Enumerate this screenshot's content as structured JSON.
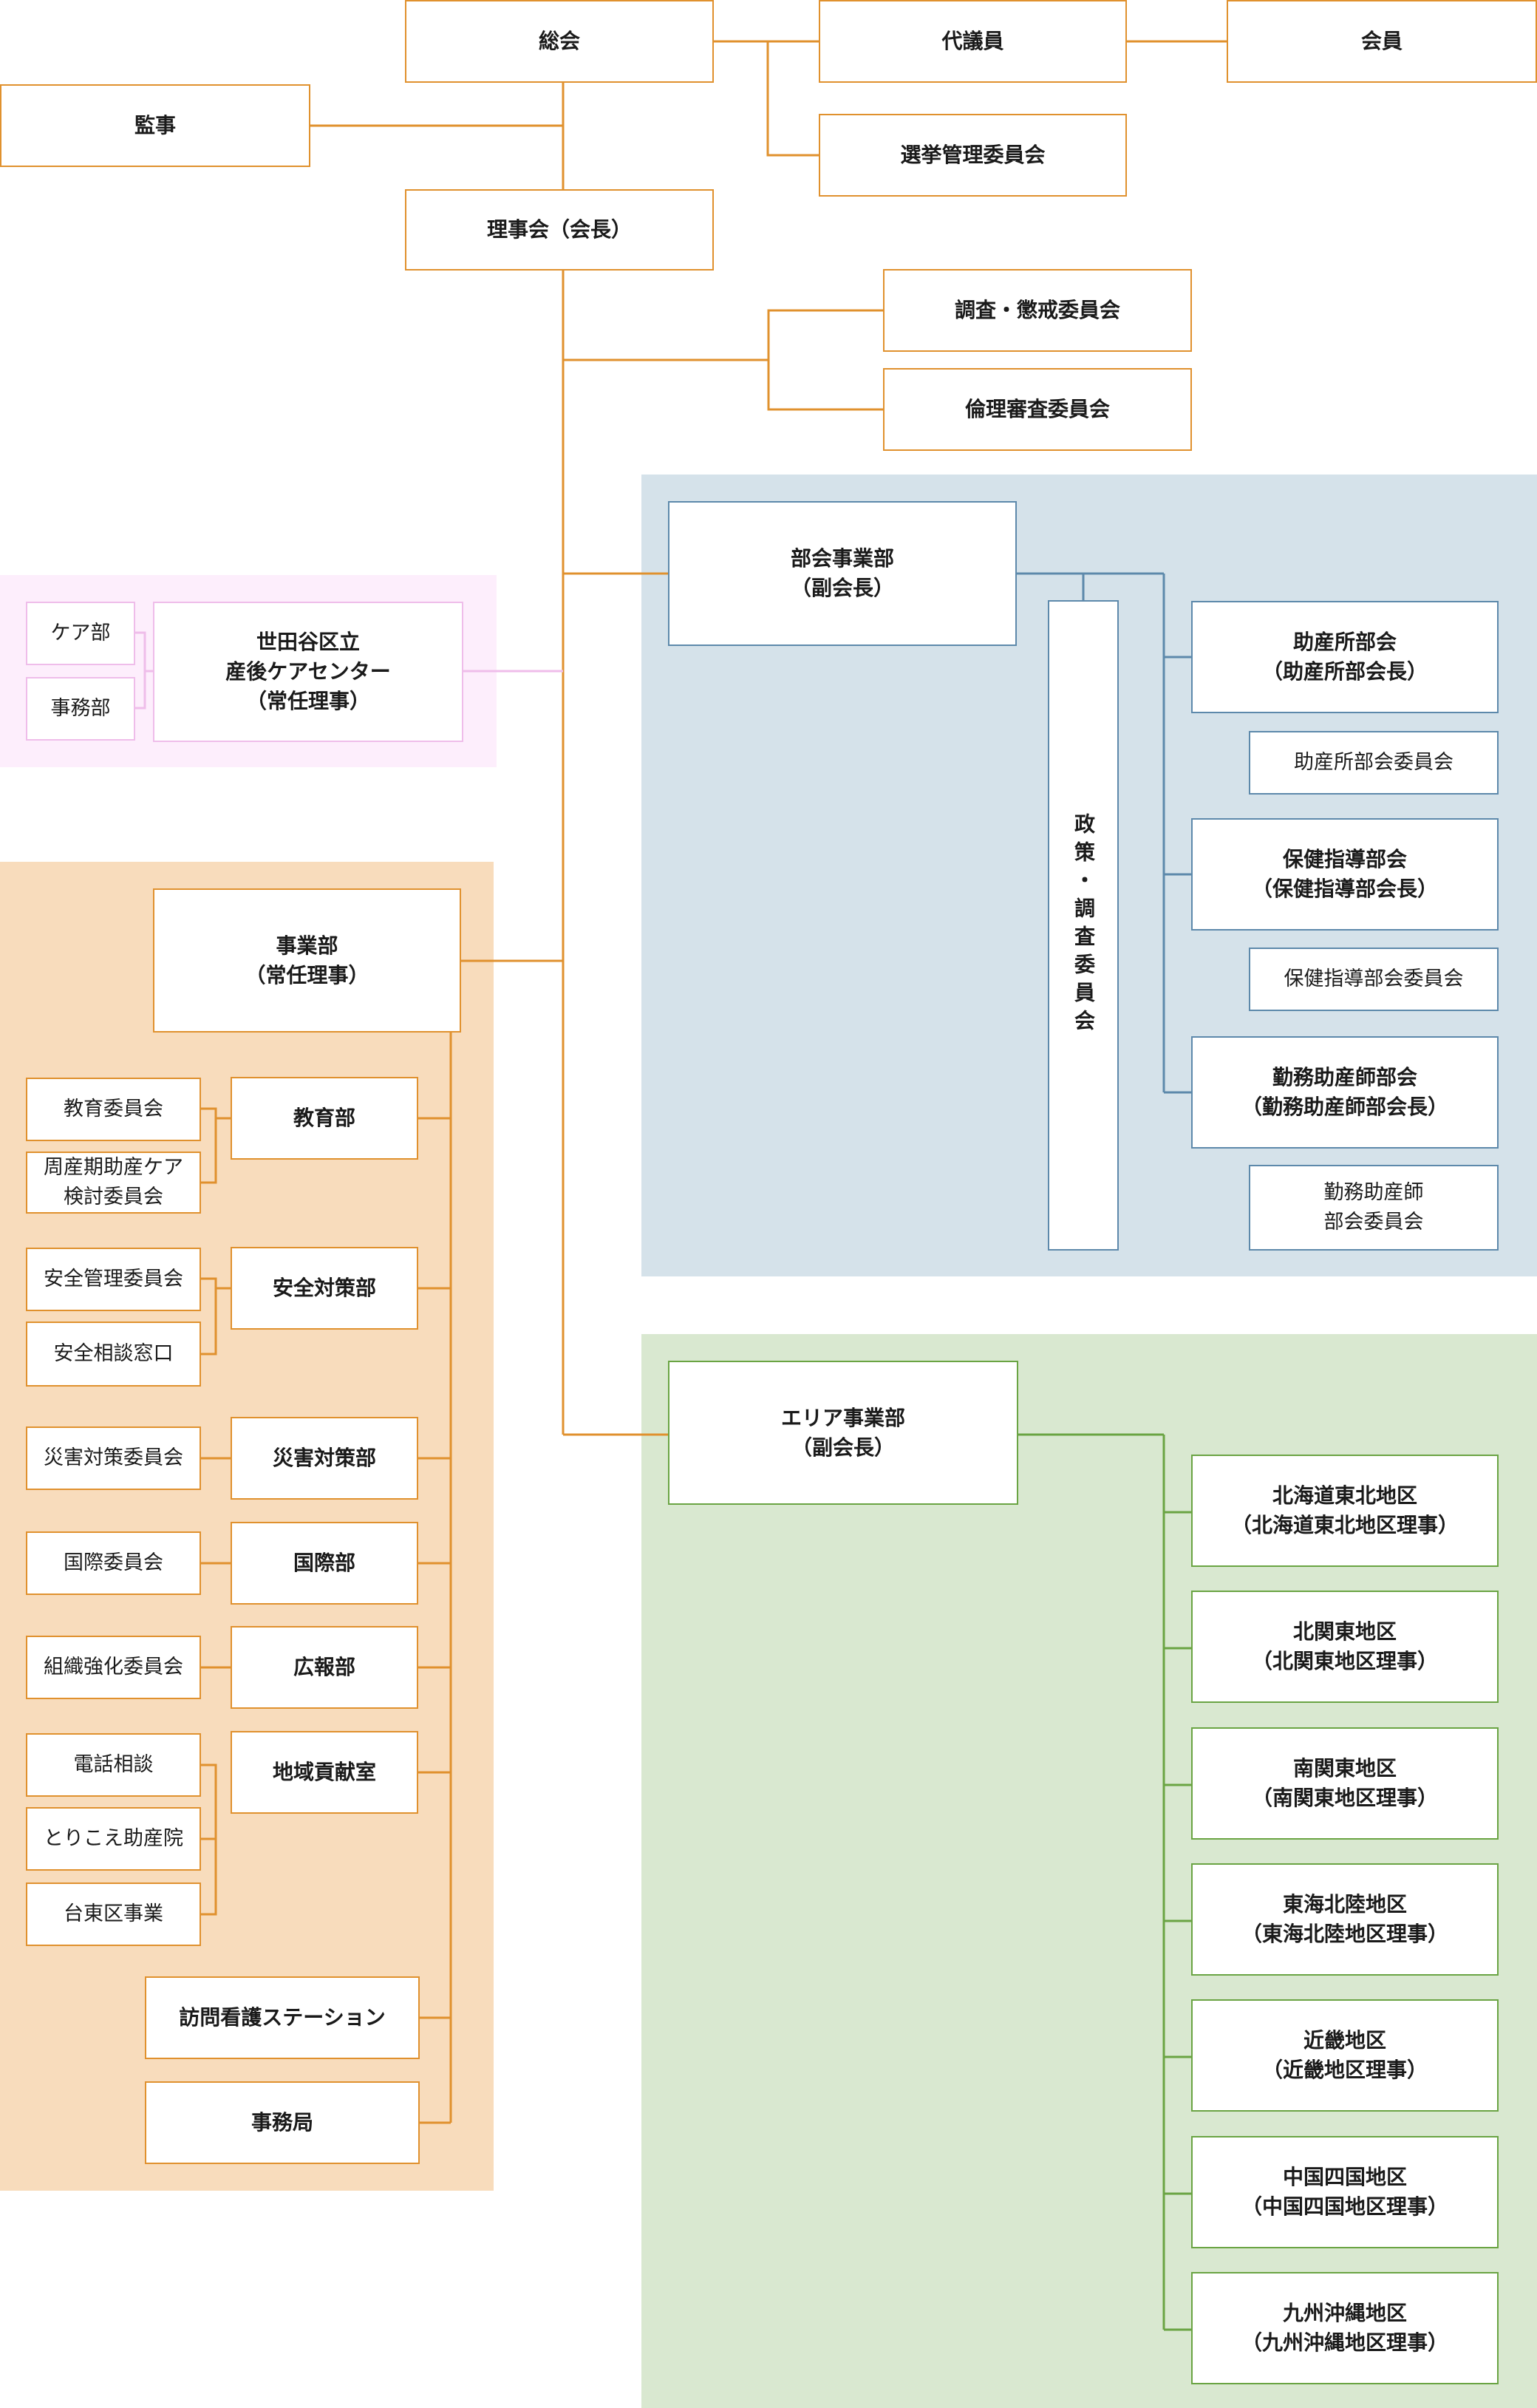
{
  "colors": {
    "orange_line": "#e0912e",
    "blue_line": "#5d89ab",
    "green_line": "#6aa443",
    "pink_line": "#efbdea",
    "pink_panel": "#fdeefc",
    "blue_panel": "#d5e2ea",
    "orange_panel": "#f8dcbc",
    "green_panel": "#d9e8d0"
  },
  "top": {
    "general_assembly": "総会",
    "delegates": "代議員",
    "members": "会員",
    "election_committee": "選挙管理委員会",
    "auditor": "監事",
    "board": "理事会（会長）",
    "investigation_committee": "調査・懲戒委員会",
    "ethics_committee": "倫理審査委員会"
  },
  "care_center": {
    "name": "世田谷区立\n産後ケアセンター\n（常任理事）",
    "care_dept": "ケア部",
    "office_dept": "事務部"
  },
  "division": {
    "name": "部会事業部\n（副会長）",
    "policy_committee": "政策・調査委員会",
    "midwifery_home": "助産所部会\n（助産所部会長）",
    "midwifery_home_committee": "助産所部会委員会",
    "health_guidance": "保健指導部会\n（保健指導部会長）",
    "health_guidance_committee": "保健指導部会委員会",
    "employed_midwives": "勤務助産師部会\n（勤務助産師部会長）",
    "employed_midwives_committee": "勤務助産師\n部会委員会"
  },
  "business": {
    "name": "事業部\n（常任理事）",
    "education_committee": "教育委員会",
    "perinatal_committee": "周産期助産ケア\n検討委員会",
    "education_dept": "教育部",
    "safety_committee": "安全管理委員会",
    "safety_consult": "安全相談窓口",
    "safety_dept": "安全対策部",
    "disaster_committee": "災害対策委員会",
    "disaster_dept": "災害対策部",
    "intl_committee": "国際委員会",
    "intl_dept": "国際部",
    "org_committee": "組織強化委員会",
    "pr_dept": "広報部",
    "phone_consult": "電話相談",
    "torikoe": "とりこえ助産院",
    "taito": "台東区事業",
    "community_office": "地域貢献室",
    "visiting_nurse": "訪問看護ステーション",
    "secretariat": "事務局"
  },
  "area": {
    "name": "エリア事業部\n（副会長）",
    "hokkaido_tohoku": "北海道東北地区\n（北海道東北地区理事）",
    "kita_kanto": "北関東地区\n（北関東地区理事）",
    "minami_kanto": "南関東地区\n（南関東地区理事）",
    "tokai_hokuriku": "東海北陸地区\n（東海北陸地区理事）",
    "kinki": "近畿地区\n（近畿地区理事）",
    "chugoku_shikoku": "中国四国地区\n（中国四国地区理事）",
    "kyushu_okinawa": "九州沖縄地区\n（九州沖縄地区理事）"
  }
}
